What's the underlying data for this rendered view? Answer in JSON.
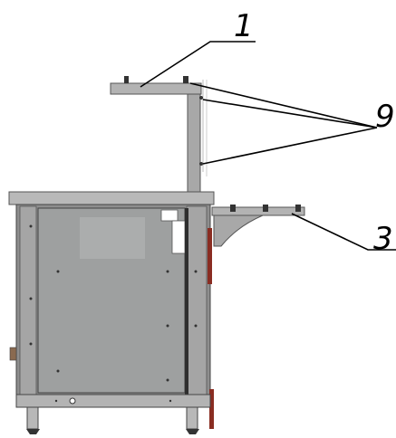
{
  "diagram": {
    "callouts": [
      {
        "id": "1",
        "label": "1"
      },
      {
        "id": "9",
        "label": "9"
      },
      {
        "id": "3",
        "label": "3"
      }
    ],
    "colors": {
      "frame": "#8e8e8e",
      "panel": "#9ea0a0",
      "panel_dark": "#6c6c6c",
      "top": "#b9b9b9",
      "leader": "#000000",
      "handle": "#8a2d22",
      "background": "#ffffff"
    }
  }
}
